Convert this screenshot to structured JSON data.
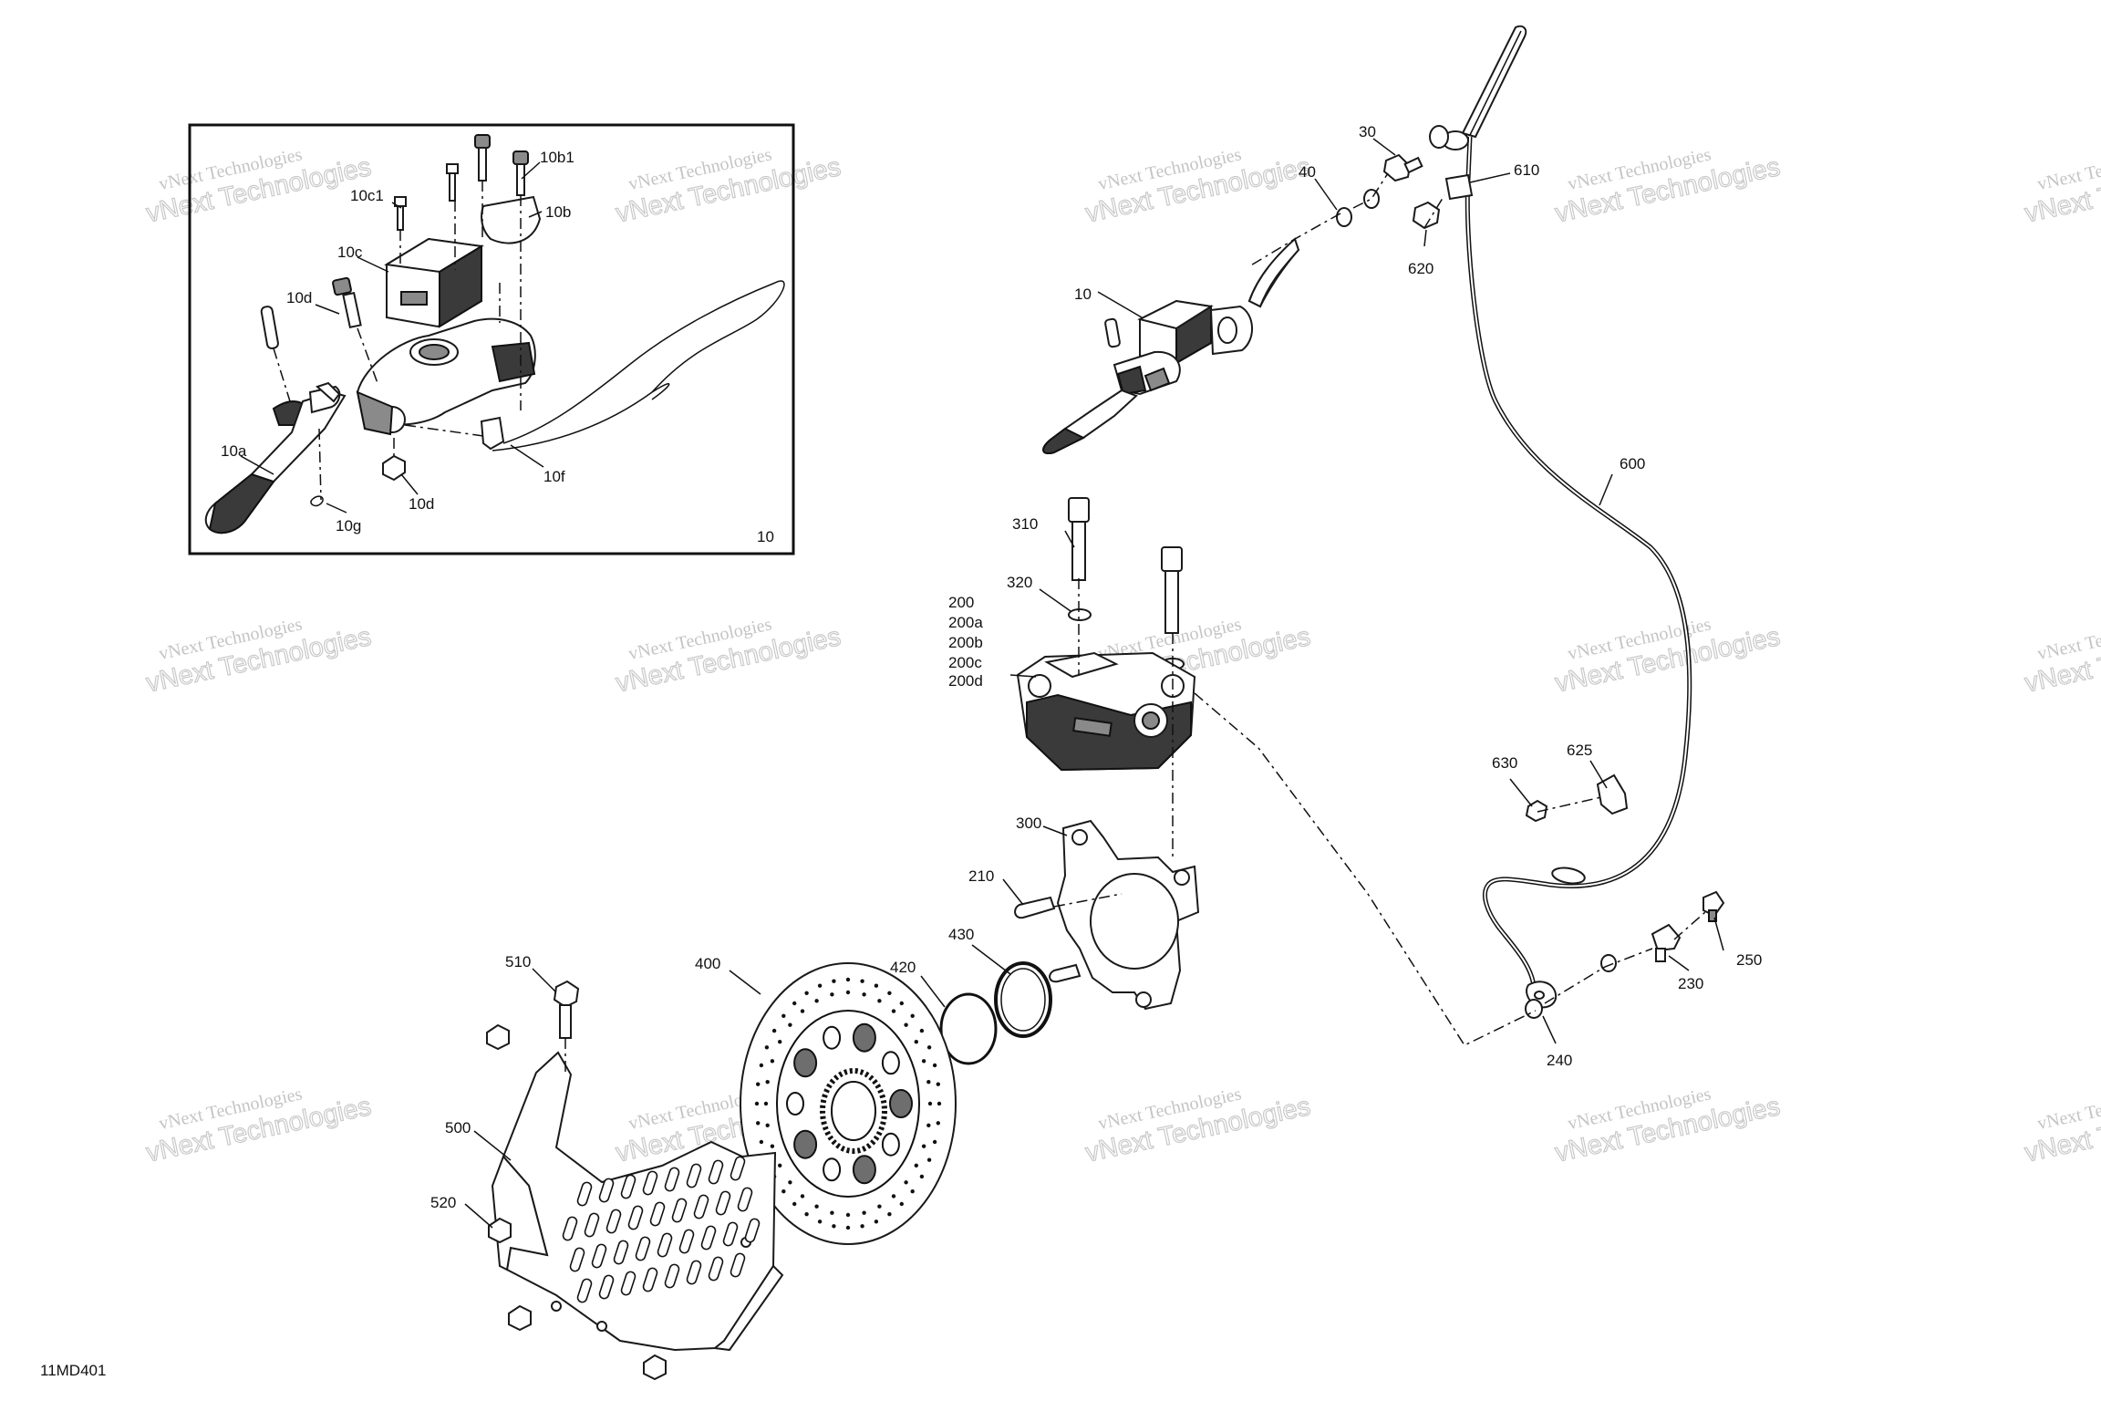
{
  "figure_code": "11MD401",
  "inset": {
    "label": "10"
  },
  "watermark": {
    "line1": "vNext Technologies",
    "line2": "vNext Technologies"
  },
  "callouts": {
    "c10b1": "10b1",
    "c10c1": "10c1",
    "c10b": "10b",
    "c10c": "10c",
    "c10d_top": "10d",
    "c10a": "10a",
    "c10d_bottom": "10d",
    "c10g": "10g",
    "c10f": "10f",
    "c30": "30",
    "c40": "40",
    "c610": "610",
    "c620": "620",
    "c10": "10",
    "c600": "600",
    "c310": "310",
    "c320": "320",
    "c200": "200",
    "c200a": "200a",
    "c200b": "200b",
    "c200c": "200c",
    "c200d": "200d",
    "c300": "300",
    "c210": "210",
    "c430": "430",
    "c420": "420",
    "c400": "400",
    "c510": "510",
    "c500": "500",
    "c520": "520",
    "c630": "630",
    "c625": "625",
    "c250": "250",
    "c230": "230",
    "c240": "240"
  },
  "colors": {
    "line": "#111111",
    "watermark": "#c4c4c4",
    "background": "#ffffff"
  }
}
